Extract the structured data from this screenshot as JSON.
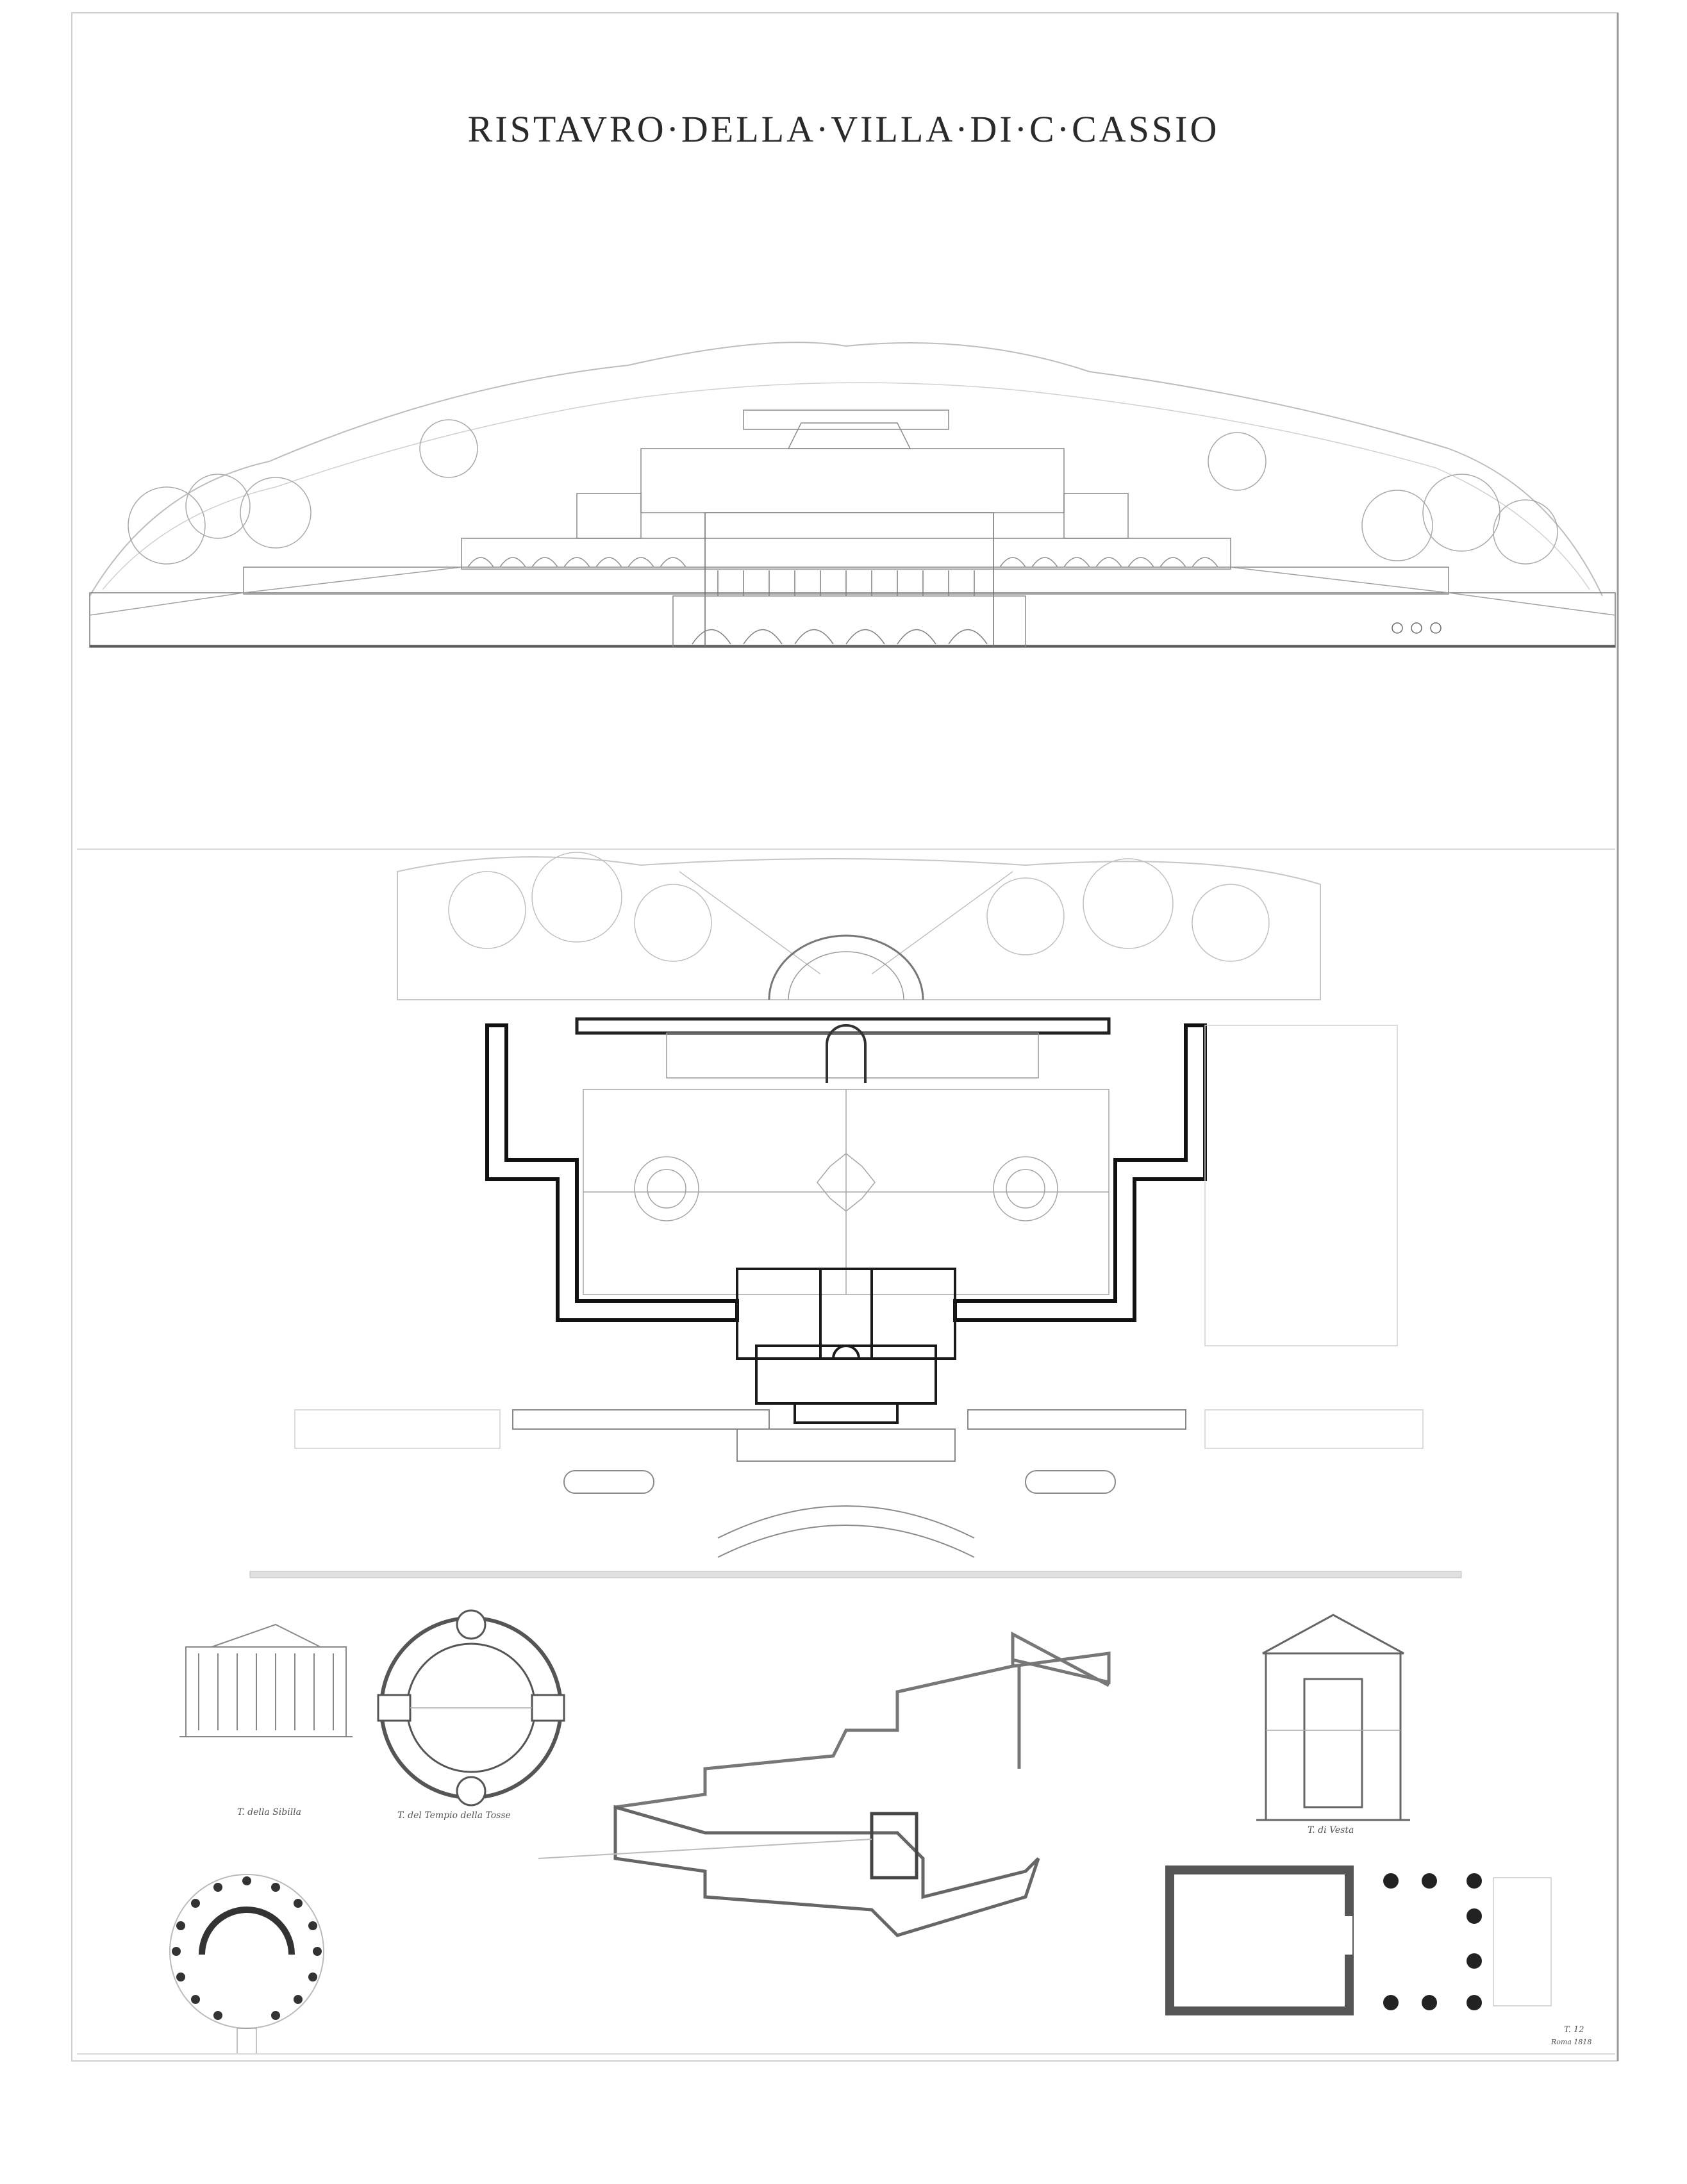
{
  "title": "RISTAVRO·DELLA·VILLA·DI·C·CASSIO",
  "subtitle": "",
  "captions": {
    "temple_left": "T. della Sibilla",
    "rotunda": "T. del Tempio della Tosse",
    "cave_plan": "",
    "temple_right": "T. di Vesta",
    "plate_number": "T. 12",
    "author": "",
    "date": "Roma 1818"
  },
  "legend_left": [
    "",
    "",
    ""
  ],
  "legend_right": [
    "",
    "",
    ""
  ]
}
